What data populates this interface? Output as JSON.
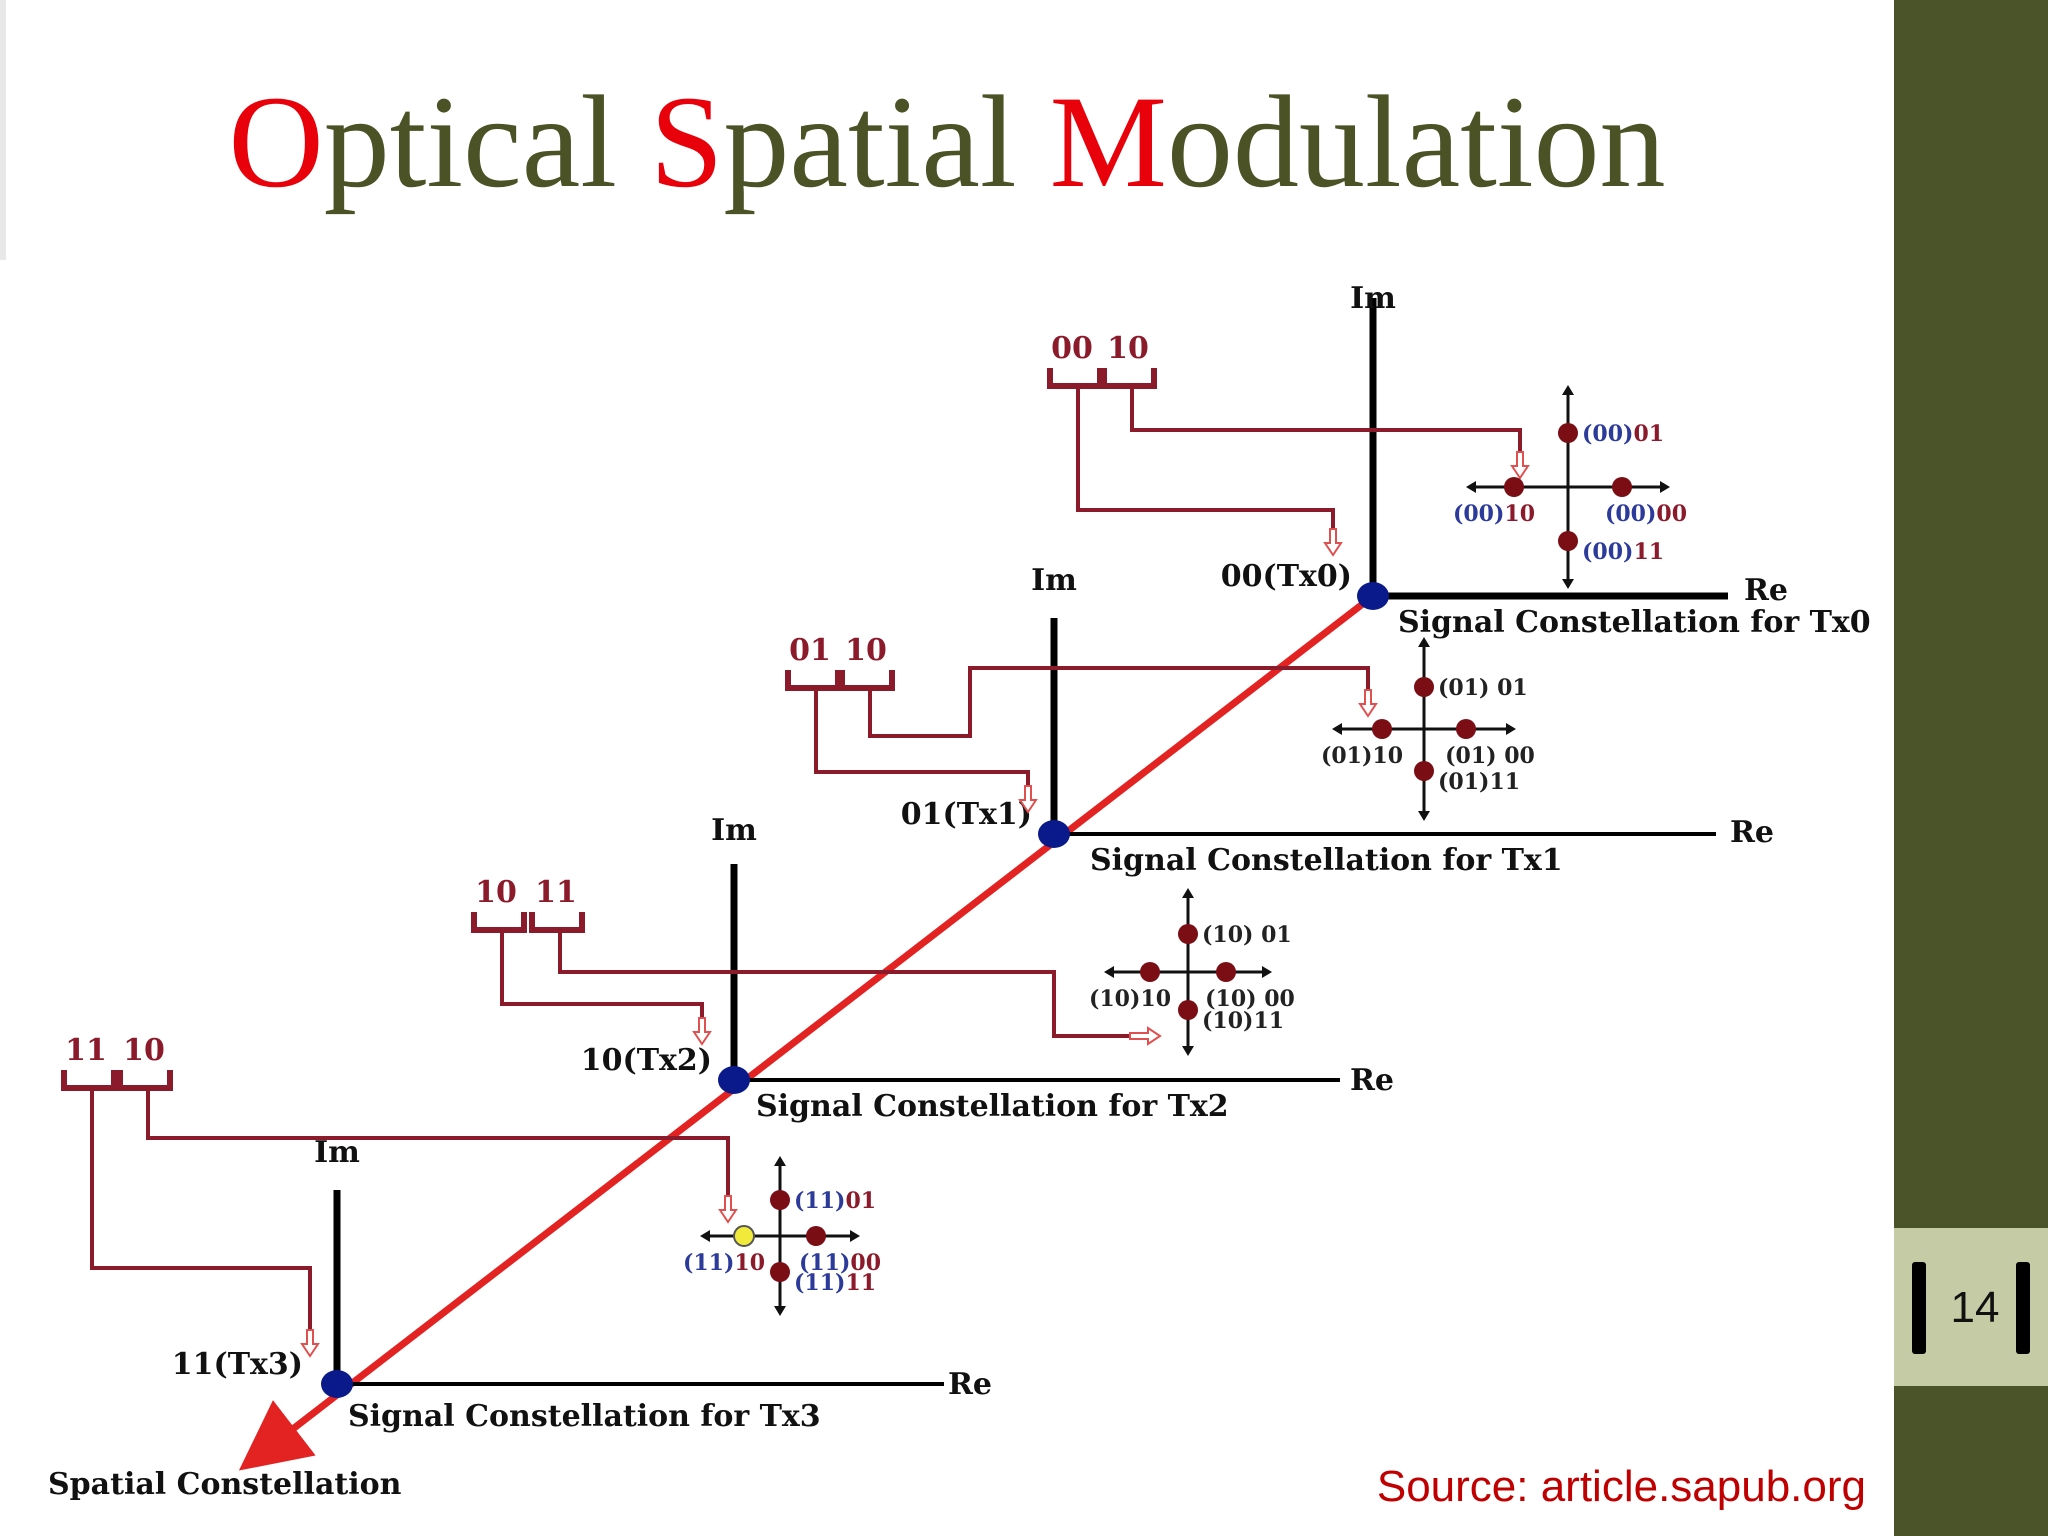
{
  "slide": {
    "title_parts": [
      {
        "text": "O",
        "accent": true
      },
      {
        "text": "ptical ",
        "accent": false
      },
      {
        "text": "S",
        "accent": true
      },
      {
        "text": "patial ",
        "accent": false
      },
      {
        "text": "M",
        "accent": true
      },
      {
        "text": "odulation",
        "accent": false
      }
    ],
    "page_number": "14",
    "source": "Source: article.sapub.org"
  },
  "colors": {
    "title_text": "#4a5226",
    "title_accent": "#e8000b",
    "sidebar": "#4b5428",
    "page_box": "#c5cba4",
    "connector": "#8b1a2b",
    "spatial_line": "#e32222",
    "tx_point": "#0a1a8a",
    "symbol_point": "#7a0e14",
    "highlight_symbol": "#f2ea3a",
    "label_blue": "#2c3a9a",
    "source_text": "#c00000"
  },
  "diagram": {
    "axis_im": "Im",
    "axis_re": "Re",
    "spatial_label": "Spatial Constellation",
    "transmitters": [
      {
        "point_label": "00(Tx0)",
        "caption": "Signal Constellation for Tx0",
        "bits_a": "00",
        "bits_b": "10",
        "symbols": {
          "up": [
            "(00)",
            "01"
          ],
          "left": [
            "(00)",
            "10"
          ],
          "right": [
            "(00)",
            "00"
          ],
          "down": [
            "(00)",
            "11"
          ]
        }
      },
      {
        "point_label": "01(Tx1)",
        "caption": "Signal Constellation for Tx1",
        "bits_a": "01",
        "bits_b": "10",
        "symbols": {
          "up": [
            "(01) ",
            "01"
          ],
          "left": [
            "(01)",
            "10"
          ],
          "right": [
            "(01) ",
            "00"
          ],
          "down": [
            "(01)",
            "11"
          ]
        }
      },
      {
        "point_label": "10(Tx2)",
        "caption": "Signal Constellation for Tx2",
        "bits_a": "10",
        "bits_b": "11",
        "symbols": {
          "up": [
            "(10) ",
            "01"
          ],
          "left": [
            "(10)",
            "10"
          ],
          "right": [
            "(10) ",
            "00"
          ],
          "down": [
            "(10)",
            "11"
          ]
        }
      },
      {
        "point_label": "11(Tx3)",
        "caption": "Signal Constellation for Tx3",
        "bits_a": "11",
        "bits_b": "10",
        "symbols": {
          "up": [
            "(11)",
            "01"
          ],
          "left": [
            "(11)",
            "10"
          ],
          "right": [
            "(11)",
            "00"
          ],
          "down": [
            "(11)",
            "11"
          ]
        }
      }
    ]
  }
}
